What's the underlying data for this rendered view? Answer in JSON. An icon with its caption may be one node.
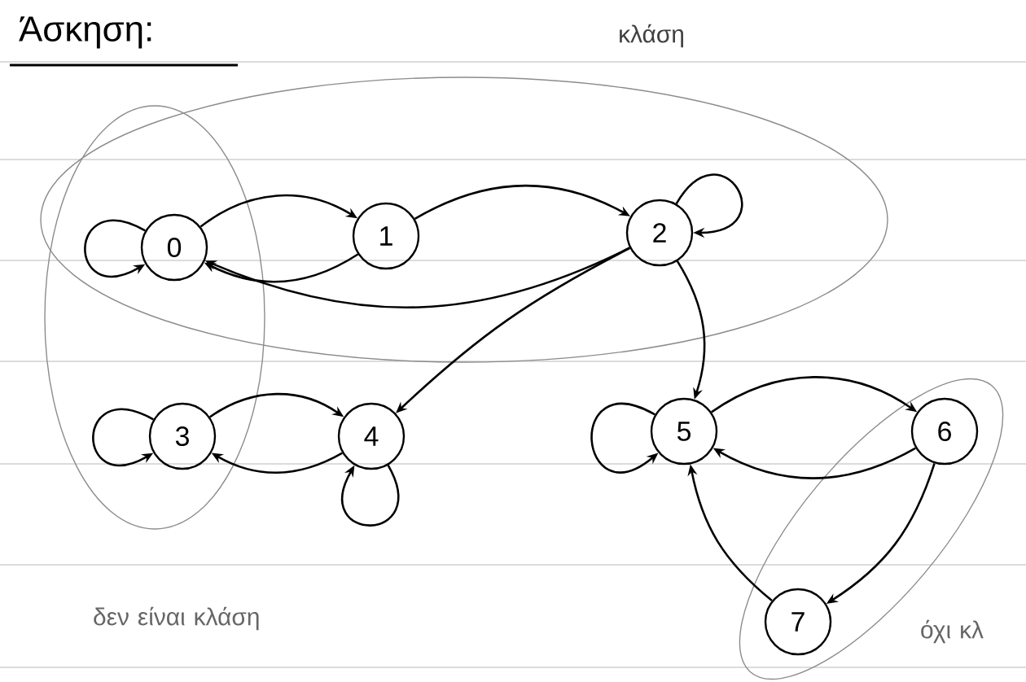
{
  "diagram": {
    "title": "Άσκηση:",
    "nodes": [
      {
        "text": [
          "κλάση"
        ]
      },
      {
        "text": [
          "0"
        ]
      },
      {
        "text": [
          "1"
        ],
        "in": 0
      },
      {
        "text": [
          "2"
        ],
        "in": 0
      },
      {
        "text": [],
        "shape": "ellipse"
      },
      {
        "text": [
          "3"
        ],
        "in": 4
      },
      {
        "text": [
          "4"
        ]
      },
      {
        "text": [
          "5"
        ]
      },
      {
        "text": [],
        "shape": "ellipse"
      },
      {
        "text": [
          "6"
        ],
        "in": 8
      },
      {
        "text": [
          "7"
        ],
        "in": 8
      }
    ],
    "edges": [
      {
        "from": 1,
        "to": 1,
        "arrow": "to"
      },
      {
        "from": 1,
        "to": 2,
        "arrow": "to"
      },
      {
        "from": 2,
        "to": 1,
        "arrow": "to"
      },
      {
        "from": 2,
        "to": 3,
        "arrow": "to"
      },
      {
        "from": 3,
        "to": 3,
        "arrow": "to"
      },
      {
        "from": 3,
        "to": 1,
        "arrow": "to"
      },
      {
        "from": 3,
        "to": 6,
        "arrow": "to"
      },
      {
        "from": 3,
        "to": 7,
        "arrow": "to"
      },
      {
        "from": 5,
        "to": 5,
        "arrow": "to"
      },
      {
        "from": 5,
        "to": 6,
        "arrow": "to"
      },
      {
        "from": 6,
        "to": 5,
        "arrow": "to"
      },
      {
        "from": 6,
        "to": 6,
        "arrow": "to"
      },
      {
        "from": 7,
        "to": 7,
        "arrow": "to"
      },
      {
        "from": 7,
        "to": 9,
        "arrow": "to"
      },
      {
        "from": 9,
        "to": 7,
        "arrow": "to"
      },
      {
        "from": 9,
        "to": 10,
        "arrow": "to"
      },
      {
        "from": 10,
        "to": 7,
        "arrow": "to"
      }
    ],
    "labels": [
      "δεν είναι κλάση",
      "όχι κλ"
    ]
  }
}
